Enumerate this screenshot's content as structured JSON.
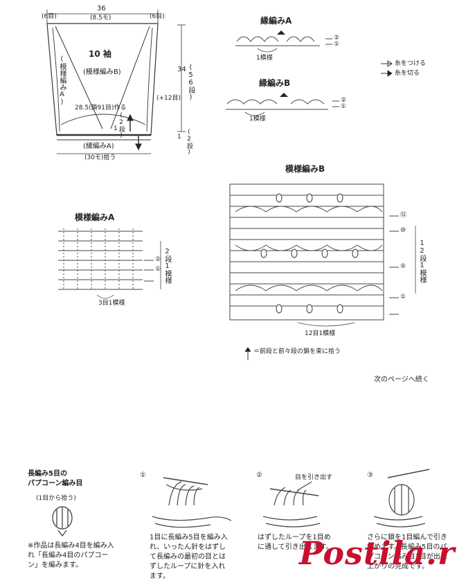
{
  "sleeve": {
    "top_width": "36",
    "top_stitches": "(8.5モ)",
    "top_left_margin": "(6目)",
    "top_right_margin": "(6目)",
    "title": "10 袖",
    "pattern": "(模様編みB)",
    "left_label": "(模様編みA)",
    "height": "34",
    "height_rows": "(56段)",
    "increase": "(+12目)",
    "chain_start": "28.5(鎖91目)作る",
    "inner_rows": "(2段)",
    "inner_width": "1",
    "edge_label": "(縁編みA)",
    "bottom_label": "(30モ)拾う",
    "edge_height": "1",
    "edge_rows": "(2段)"
  },
  "edging_a": {
    "title": "縁編みA",
    "repeat": "1模様",
    "rows": [
      "②",
      "①"
    ]
  },
  "edging_b": {
    "title": "縁編みB",
    "repeat": "1模様",
    "rows": [
      "②",
      "①"
    ]
  },
  "legend": {
    "join": "糸をつける",
    "cut": "糸を切る"
  },
  "pattern_a": {
    "title": "模様編みA",
    "rows": [
      "②",
      "①"
    ],
    "repeat_rows": "2段1模様",
    "repeat_stitches": "3目1模様"
  },
  "pattern_b": {
    "title": "模様編みB",
    "rows": [
      "⑫",
      "⑩",
      "⑤",
      "①"
    ],
    "repeat_rows": "12段1模様",
    "repeat_stitches": "12目1模様"
  },
  "note_bundle": "＝前段と前々段の鎖を束に拾う",
  "continued": "次のページへ続く",
  "popcorn": {
    "title_line1": "長編み5目の",
    "title_line2": "パプコーン編み目",
    "subtitle": "(1目から拾う)",
    "note": "※作品は長編み4目を編み入れ「長編み4目のパプコーン」を編みます。"
  },
  "steps": [
    {
      "num": "①",
      "text": "1目に長編み5目を編み入れ、いったん針をはずして長編みの最初の目とはずしたループに針を入れます。"
    },
    {
      "num": "②",
      "callout": "目を引き出す",
      "text": "はずしたループを1目めに通して引き出します。"
    },
    {
      "num": "③",
      "text": "さらに鎖を1目編んで引き締めます。長編み5目のパプコーン編み目1目が出来上がりの完成です。"
    }
  ],
  "watermark": "Postila.ru"
}
